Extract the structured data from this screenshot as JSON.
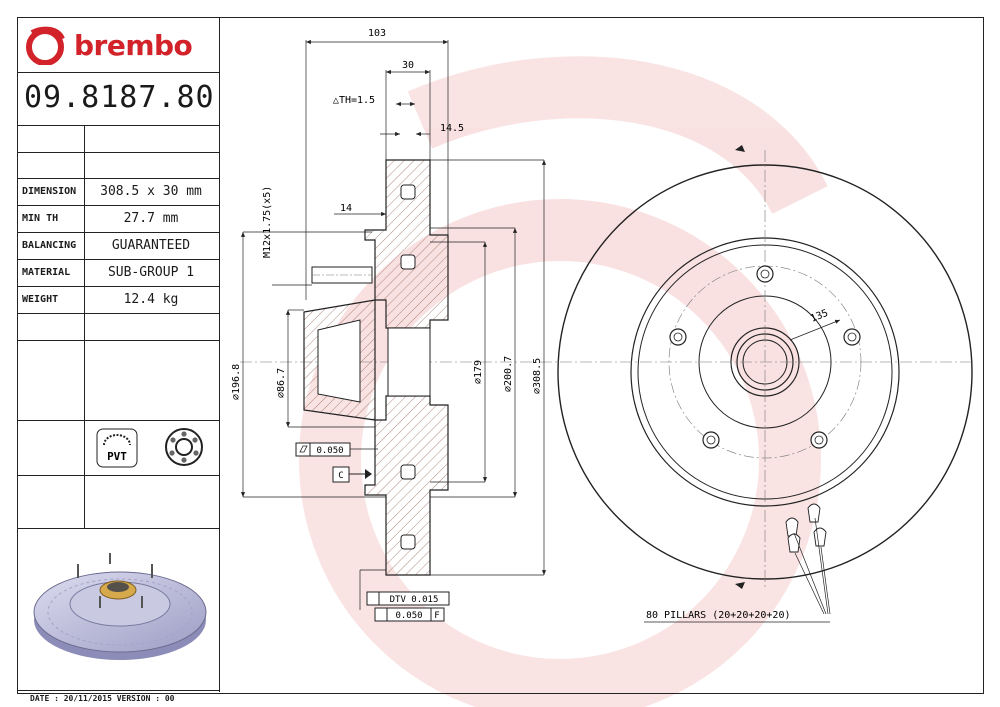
{
  "brand": {
    "name": "brembo",
    "color": "#d2232a"
  },
  "part_number": "09.8187.80",
  "specs": [
    {
      "label": "DIMENSION",
      "value": "308.5 x 30 mm"
    },
    {
      "label": "MIN TH",
      "value": "27.7 mm"
    },
    {
      "label": "BALANCING",
      "value": "GUARANTEED"
    },
    {
      "label": "MATERIAL",
      "value": "SUB-GROUP 1"
    },
    {
      "label": "WEIGHT",
      "value": "12.4 kg"
    }
  ],
  "badges": {
    "pvt": "PVT",
    "pvt_icon": "pvt-disc-icon",
    "bearing_icon": "bearing-icon"
  },
  "footer": "DATE : 20/11/2015 VERSION : 00",
  "drawing": {
    "dim_103": "103",
    "dim_30": "30",
    "dim_th": "△TH=1.5",
    "dim_14_5": "14.5",
    "dim_14": "14",
    "dim_thread": "M12x1.75(x5)",
    "dim_196_8": "⌀196.8",
    "dim_86_7": "⌀86.7",
    "dim_179": "⌀179",
    "dim_200_7": "⌀200.7",
    "dim_308_5": "⌀308.5",
    "dim_135": "135",
    "tol_flatness": "0.050",
    "datum_c": "C",
    "tol_dtv": "DTV 0.015",
    "tol_runout": "0.050",
    "datum_f": "F",
    "pillars": "80 PILLARS (20+20+20+20)"
  }
}
